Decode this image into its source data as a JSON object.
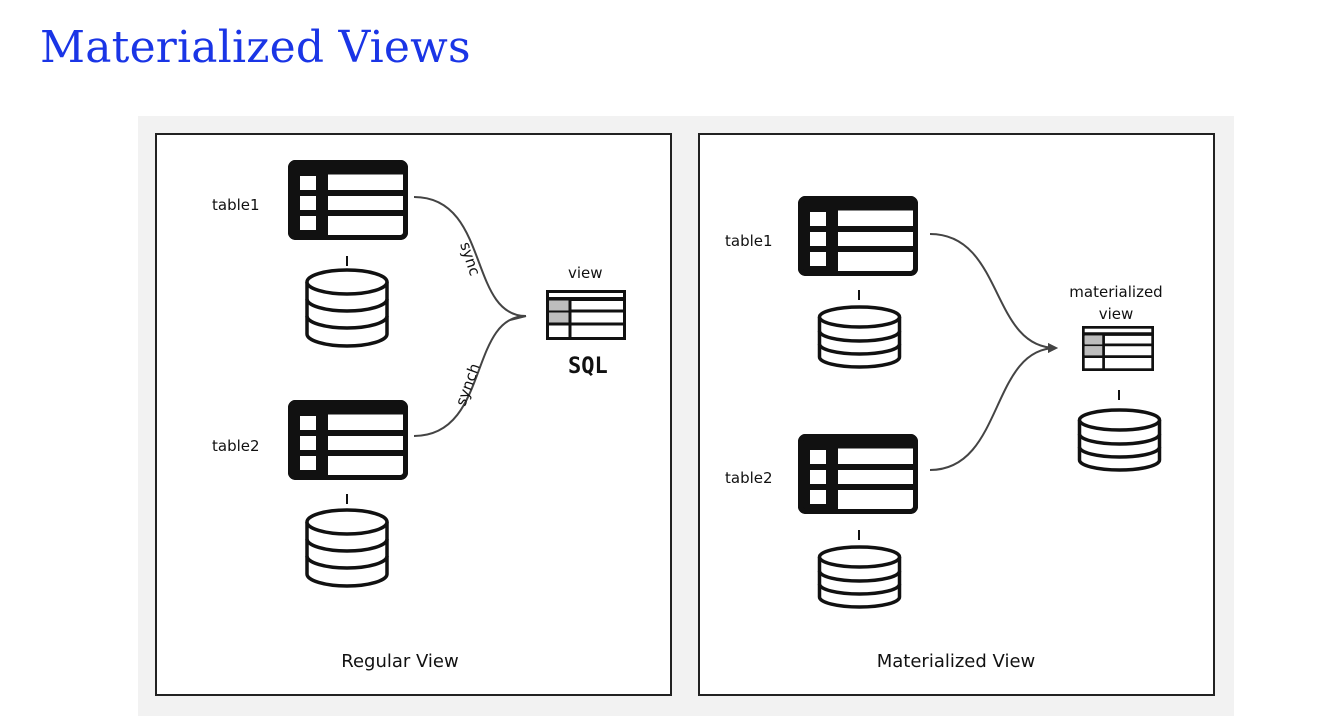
{
  "title": "Materialized Views",
  "regular_panel": {
    "caption": "Regular View",
    "table1_label": "table1",
    "table2_label": "table2",
    "view_label": "view",
    "sql_label": "SQL",
    "edge1_label": "sync",
    "edge2_label": "synch"
  },
  "materialized_panel": {
    "caption": "Materialized View",
    "table1_label": "table1",
    "table2_label": "table2",
    "mview_label_line1": "materialized",
    "mview_label_line2": "view"
  },
  "colors": {
    "title": "#1a35e6",
    "figure_background": "#f2f2f2",
    "panel_background": "#ffffff",
    "icon": "#111111",
    "highlight_cell": "#bdbdbd"
  }
}
